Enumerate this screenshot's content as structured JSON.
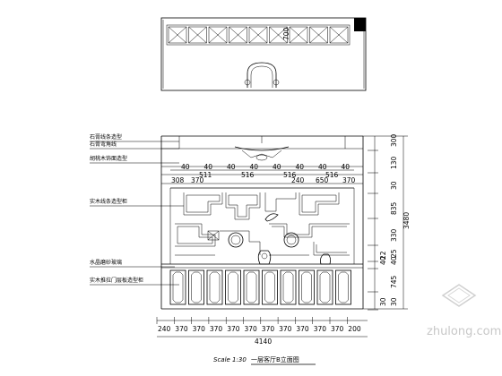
{
  "plan": {
    "dim": "700"
  },
  "annotations": [
    "石膏线条造型",
    "石膏弯角线",
    "胡桃木饰面造型",
    "实木线条造型柜",
    "水晶磨砂玻璃",
    "实木推拉门层板造型柜"
  ],
  "dims_top": [
    "40",
    "40",
    "40",
    "40",
    "40",
    "40",
    "40",
    "40"
  ],
  "dims_mid": [
    "511",
    "516",
    "516",
    "516"
  ],
  "dims_row3": [
    "308",
    "370",
    "240",
    "650",
    "370"
  ],
  "dims_bottom": [
    "240",
    "370",
    "370",
    "370",
    "370",
    "370",
    "370",
    "370",
    "370",
    "370",
    "370",
    "200"
  ],
  "total_width": "4140",
  "right_dims": [
    "300",
    "130",
    "30",
    "835",
    "330",
    "25",
    "40",
    "745",
    "30"
  ],
  "right_side": [
    "22",
    "40",
    "30"
  ],
  "total_height": "3480",
  "title": {
    "scale": "Scale 1:30",
    "text": "一层客厅B立面图"
  },
  "watermark": "zhulong.com"
}
